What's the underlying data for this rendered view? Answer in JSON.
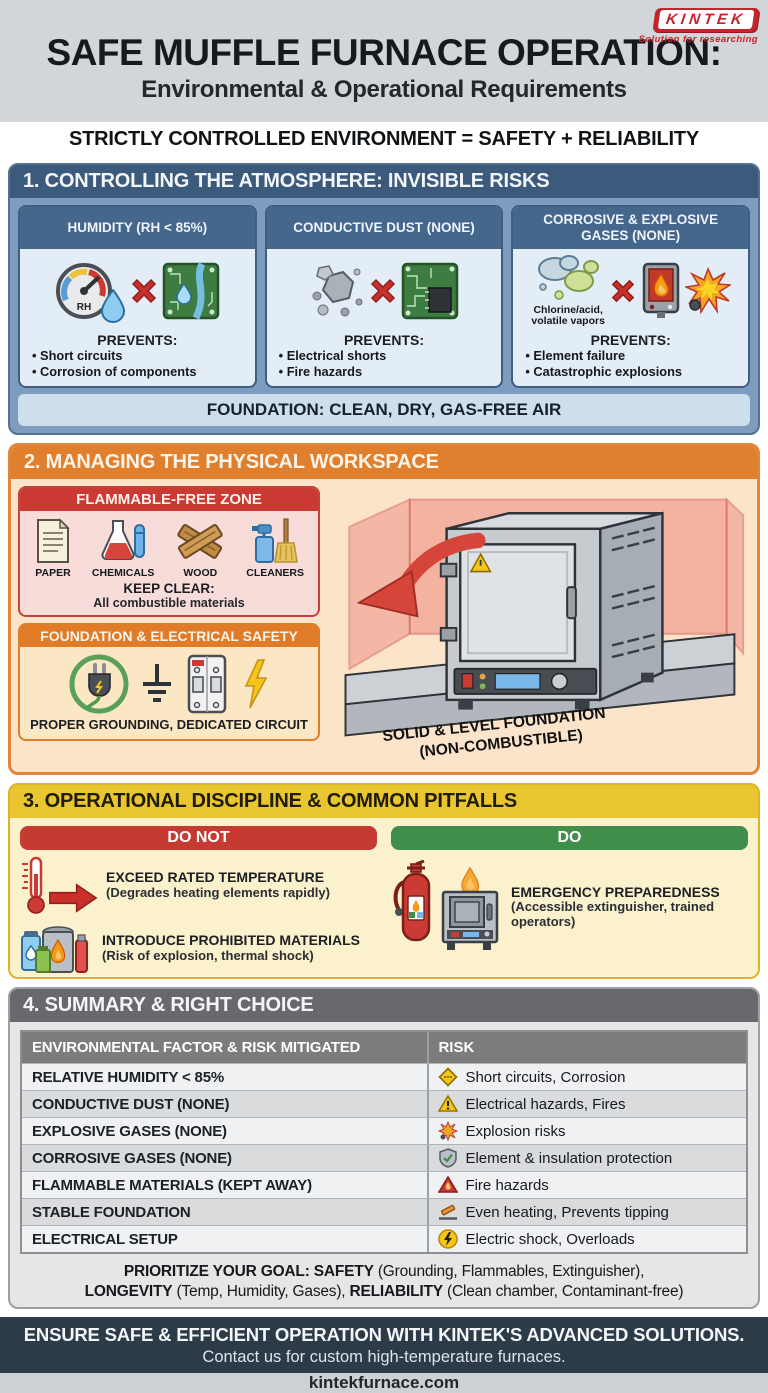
{
  "brand": {
    "name": "KINTEK",
    "tagline": "Solution for researching",
    "red": "#c4242b"
  },
  "header": {
    "title": "SAFE MUFFLE FURNACE OPERATION:",
    "subtitle": "Environmental & Operational Requirements",
    "strict": "STRICTLY CONTROLLED ENVIRONMENT = SAFETY + RELIABILITY"
  },
  "s1": {
    "title": "1. CONTROLLING THE ATMOSPHERE: INVISIBLE RISKS",
    "gauge_label": "RH",
    "cards": [
      {
        "title": "HUMIDITY (RH < 85%)",
        "prevents": "PREVENTS:",
        "items": [
          "• Short circuits",
          "• Corrosion of components"
        ]
      },
      {
        "title": "CONDUCTIVE DUST (NONE)",
        "prevents": "PREVENTS:",
        "items": [
          "• Electrical shorts",
          "• Fire hazards"
        ]
      },
      {
        "title": "CORROSIVE & EXPLOSIVE GASES (NONE)",
        "caption": "Chlorine/acid, volatile vapors",
        "prevents": "PREVENTS:",
        "items": [
          "• Element failure",
          "• Catastrophic explosions"
        ]
      }
    ],
    "footer": "FOUNDATION: CLEAN, DRY, GAS-FREE AIR"
  },
  "s2": {
    "title": "2. MANAGING THE PHYSICAL WORKSPACE",
    "flammable": {
      "title": "FLAMMABLE-FREE ZONE",
      "labels": [
        "PAPER",
        "CHEMICALS",
        "WOOD",
        "CLEANERS"
      ],
      "keep_clear": "KEEP CLEAR:",
      "keep_sub": "All combustible materials"
    },
    "electrical": {
      "title": "FOUNDATION & ELECTRICAL SAFETY",
      "caption": "PROPER GROUNDING, DEDICATED CIRCUIT"
    },
    "foundation1": "SOLID & LEVEL FOUNDATION",
    "foundation2": "(NON-COMBUSTIBLE)"
  },
  "s3": {
    "title": "3. OPERATIONAL DISCIPLINE & COMMON PITFALLS",
    "dont": "DO NOT",
    "do": "DO",
    "dont_items": [
      {
        "title": "EXCEED RATED TEMPERATURE",
        "sub": "(Degrades heating elements rapidly)"
      },
      {
        "title": "INTRODUCE PROHIBITED MATERIALS",
        "sub": "(Risk of explosion, thermal shock)"
      }
    ],
    "do_items": [
      {
        "title": "EMERGENCY PREPAREDNESS",
        "sub": "(Accessible extinguisher, trained operators)"
      }
    ]
  },
  "s4": {
    "title": "4. SUMMARY & RIGHT CHOICE",
    "col_factor": "ENVIRONMENTAL FACTOR & RISK MITIGATED",
    "col_risk": "RISK",
    "rows": [
      {
        "factor": "RELATIVE HUMIDITY < 85%",
        "risk": "Short circuits, Corrosion",
        "icon": "diamond-hazard-icon"
      },
      {
        "factor": "CONDUCTIVE DUST (NONE)",
        "risk": "Electrical hazards, Fires",
        "icon": "warning-triangle-icon"
      },
      {
        "factor": "EXPLOSIVE GASES (NONE)",
        "risk": "Explosion risks",
        "icon": "explosion-icon"
      },
      {
        "factor": "CORROSIVE GASES (NONE)",
        "risk": "Element & insulation protection",
        "icon": "shield-check-icon"
      },
      {
        "factor": "FLAMMABLE MATERIALS (KEPT AWAY)",
        "risk": "Fire hazards",
        "icon": "fire-triangle-icon"
      },
      {
        "factor": "STABLE FOUNDATION",
        "risk": "Even heating, Prevents tipping",
        "icon": "level-tool-icon"
      },
      {
        "factor": "ELECTRICAL SETUP",
        "risk": "Electric shock, Overloads",
        "icon": "electric-bolt-icon"
      }
    ],
    "goal": {
      "b1": "PRIORITIZE YOUR GOAL: SAFETY",
      "r1": " (Grounding, Flammables, Extinguisher),",
      "b2": "LONGEVITY",
      "r2": " (Temp, Humidity, Gases), ",
      "b3": "RELIABILITY",
      "r3": " (Clean chamber, Contaminant-free)"
    }
  },
  "banner": {
    "line1": "ENSURE SAFE & EFFICIENT OPERATION WITH KINTEK'S ADVANCED SOLUTIONS.",
    "line2": "Contact us for custom high-temperature furnaces."
  },
  "footer": {
    "url": "kintekfurnace.com"
  }
}
